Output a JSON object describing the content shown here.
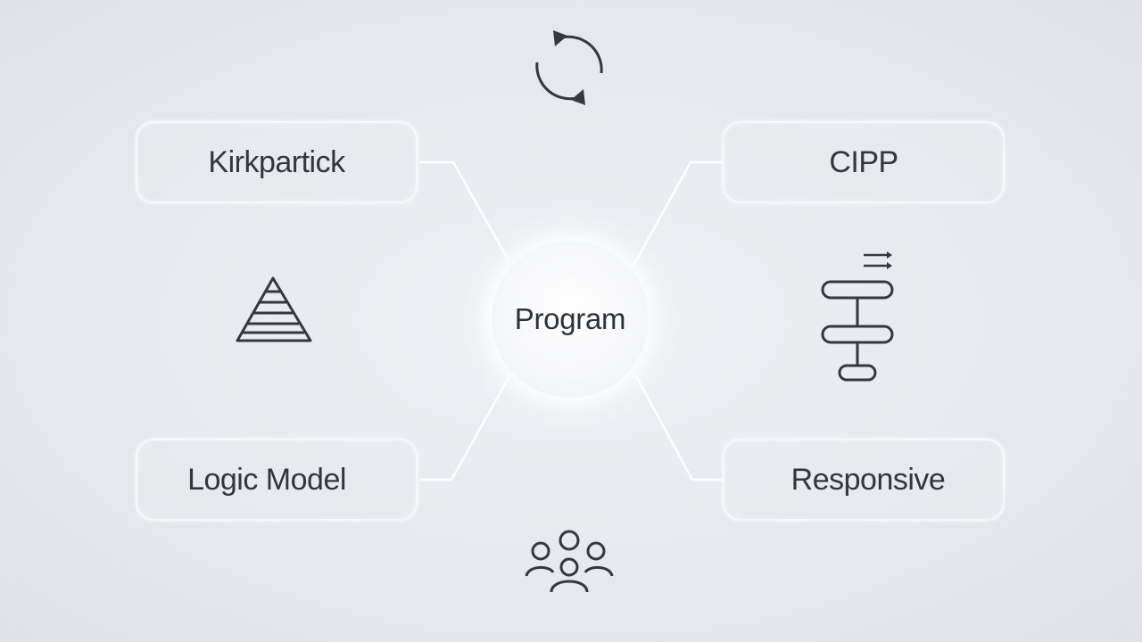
{
  "center": {
    "label": "Program"
  },
  "models": [
    {
      "id": "kirkpartick",
      "label": "Kirkpartick",
      "icon": "pyramid-icon"
    },
    {
      "id": "cipp",
      "label": "CIPP",
      "icon": "flowchart-icon"
    },
    {
      "id": "logic-model",
      "label": "Logic Model",
      "icon": ""
    },
    {
      "id": "responsive",
      "label": "Responsive",
      "icon": ""
    }
  ],
  "decorations": {
    "top_icon": "cycle-arrows-icon",
    "bottom_icon": "people-group-icon"
  },
  "colors": {
    "background": "#e6e9ed",
    "stroke": "#3a3d42",
    "box_border": "#f7f8fa",
    "text": "#2f3237"
  }
}
